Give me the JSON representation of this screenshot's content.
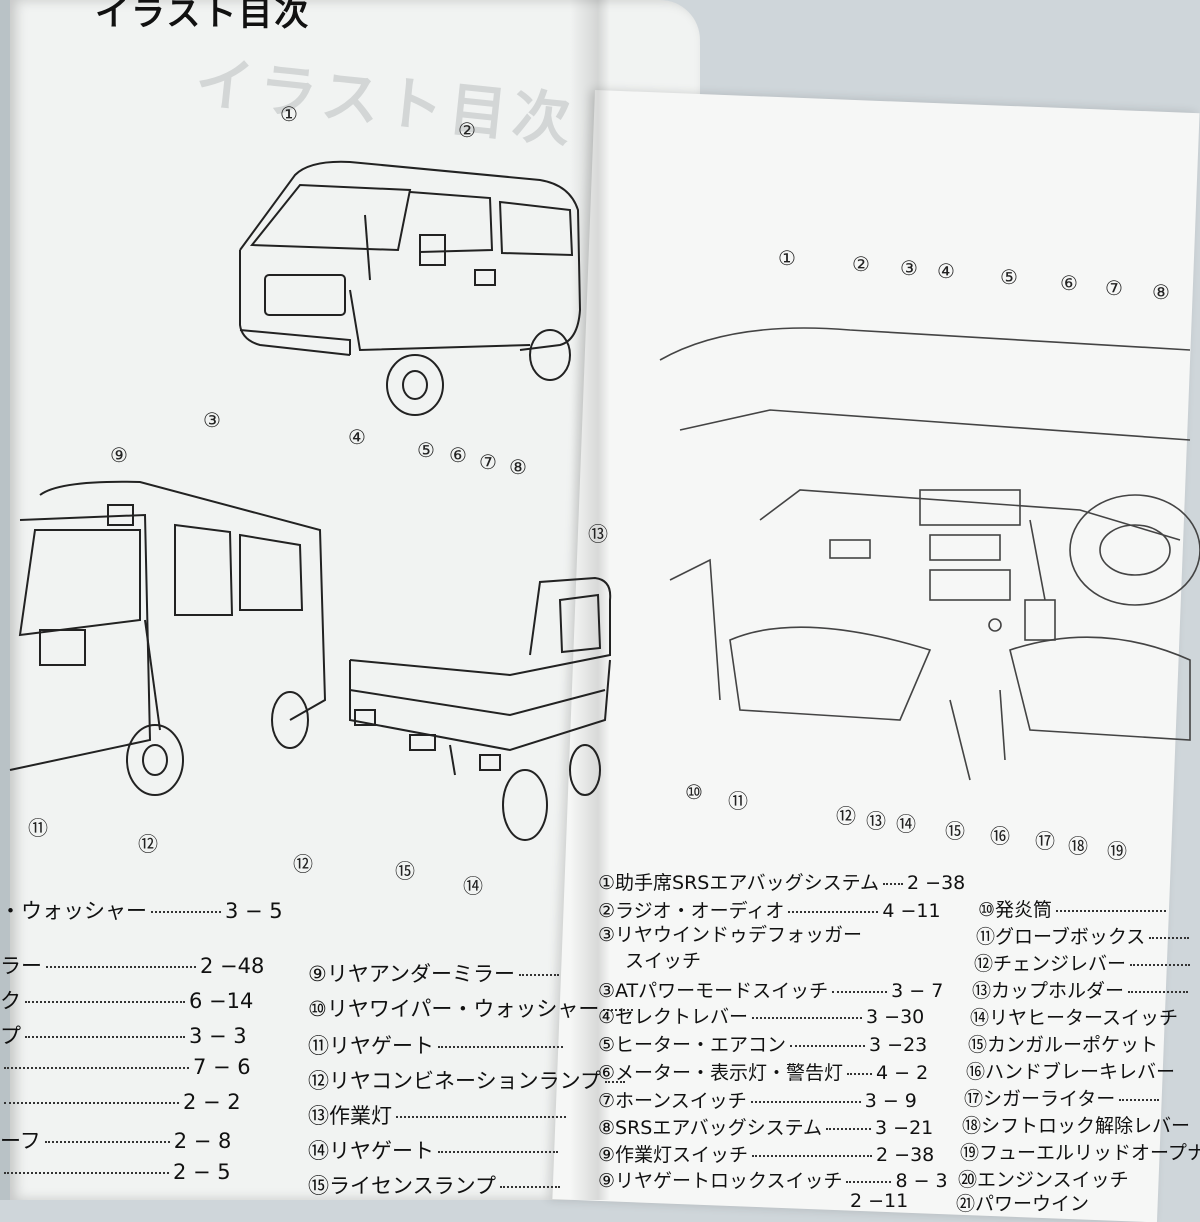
{
  "page": {
    "left_title": "イラスト目次",
    "faint_title": "イラスト目次"
  },
  "callouts": {
    "van_front": [
      "①",
      "②",
      "③",
      "④",
      "⑤",
      "⑥",
      "⑦",
      "⑧"
    ],
    "van_rear": [
      "⑨",
      "⑪",
      "⑫"
    ],
    "truck": [
      "⑬",
      "⑫",
      "⑮",
      "⑭"
    ],
    "interior": [
      "①",
      "②",
      "③",
      "④",
      "⑤",
      "⑥",
      "⑦",
      "⑧",
      "⑩",
      "⑪",
      "⑫",
      "⑬",
      "⑭",
      "⑮",
      "⑯",
      "⑰",
      "⑱",
      "⑲"
    ]
  },
  "left_index_partial": [
    {
      "label": "・ウォッシャー",
      "page": "3 − 5"
    },
    {
      "label": "ラー",
      "page": "2 −48"
    },
    {
      "label": "ク",
      "page": "6 −14"
    },
    {
      "label": "プ",
      "page": "3 − 3"
    },
    {
      "label": "",
      "page": "7 − 6"
    },
    {
      "label": "",
      "page": "2 − 2"
    },
    {
      "label": "ーフ",
      "page": "2 − 8"
    },
    {
      "label": "",
      "page": "2 − 5"
    }
  ],
  "truck_index": [
    {
      "label": "⑨リヤアンダーミラー"
    },
    {
      "label": "⑩リヤワイパー・ウォッシャー"
    },
    {
      "label": "⑪リヤゲート"
    },
    {
      "label": "⑫リヤコンビネーションランプ"
    },
    {
      "label": "⑬作業灯"
    },
    {
      "label": "⑭リヤゲート"
    },
    {
      "label": "⑮ライセンスランプ"
    }
  ],
  "interior_index": [
    {
      "label": "①助手席SRSエアバッグシステム",
      "page": "2 −38"
    },
    {
      "label": "②ラジオ・オーディオ",
      "page": "4 −11"
    },
    {
      "label": "③リヤウインドゥデフォッガー",
      "page": ""
    },
    {
      "label": "スイッチ",
      "page": ""
    },
    {
      "label": "③ATパワーモードスイッチ",
      "page": "3 − 7"
    },
    {
      "label": "④セレクトレバー",
      "page": "3 −30"
    },
    {
      "label": "⑤ヒーター・エアコン",
      "page": "3 −23"
    },
    {
      "label": "⑥メーター・表示灯・警告灯",
      "page": "4 − 2"
    },
    {
      "label": "⑦ホーンスイッチ",
      "page": "3 − 9"
    },
    {
      "label": "⑧SRSエアバッグシステム",
      "page": "3 −21"
    },
    {
      "label": "⑨作業灯スイッチ",
      "page": "2 −38"
    },
    {
      "label": "⑨リヤゲートロックスイッチ",
      "page": "8 − 3"
    },
    {
      "label": "",
      "page": "2 −11"
    }
  ],
  "interior_index_2": [
    {
      "label": "⑩発炎筒"
    },
    {
      "label": "⑪グローブボックス"
    },
    {
      "label": "⑫チェンジレバー"
    },
    {
      "label": "⑬カップホルダー"
    },
    {
      "label": "⑭リヤヒータースイッチ"
    },
    {
      "label": "⑮カンガルーポケット"
    },
    {
      "label": "⑯ハンドブレーキレバー"
    },
    {
      "label": "⑰シガーライター"
    },
    {
      "label": "⑱シフトロック解除レバー"
    },
    {
      "label": "⑲フューエルリッドオープナー"
    },
    {
      "label": "⑳エンジンスイッチ"
    },
    {
      "label": "㉑パワーウイン"
    }
  ]
}
